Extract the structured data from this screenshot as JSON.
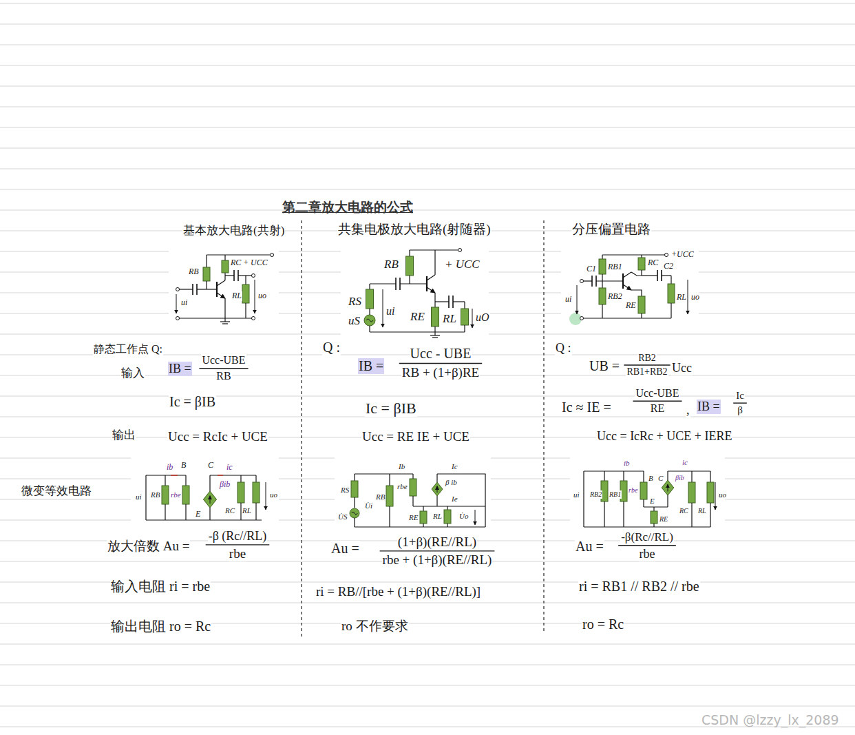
{
  "diagram": {
    "title": "第二章放大电路的公式",
    "labels": [
      "基本放大电路(共射)",
      "共集电极放大电路(射随器)",
      "分压偏置电路",
      "RB",
      "RC",
      "+ UCC",
      "ui",
      "RL",
      "uo",
      "RB",
      "+ UCC",
      "RS",
      "uS",
      "ui",
      "RE",
      "RL",
      "uO",
      "+UCC",
      "RB1",
      "RC",
      "C1",
      "C2",
      "ui",
      "RB2",
      "RE",
      "RL",
      "uo",
      "静态工作点 Q:",
      "输入",
      "IB =",
      "Ucc-UBE",
      "RB",
      "Ic = βIB",
      "输出",
      "Ucc = RcIc + UCE",
      "Q :",
      "IB =",
      "Ucc - UBE",
      "RB + (1+β)RE",
      "Ic = βIB",
      "Ucc = RE IE + UCE",
      "Q :",
      "UB =",
      "RB2",
      "RB1+RB2",
      "Ucc",
      "Ic ≈ IE =",
      "Ucc-UBE",
      "RE",
      ",",
      "IB =",
      "Ic",
      "β",
      "Ucc = IcRc + UCE + IERE",
      "微变等效电路",
      "ib",
      "B",
      "C",
      "ic",
      "ui",
      "RB",
      "rbe",
      "βib",
      "E",
      "RC",
      "RL",
      "uo",
      "Ib",
      "Ic",
      "β ib",
      "RS",
      "rbe",
      "RB",
      "U̇i",
      "U̇S",
      "Ie",
      "RE",
      "RL",
      "U̇o",
      "ib",
      "B",
      "C",
      "ic",
      "βib",
      "ui",
      "RB2",
      "RB1",
      "rbe",
      "E",
      "RE",
      "RC",
      "RL",
      "uo",
      "放大倍数 Au =",
      "-β (Rc//RL)",
      "rbe",
      "Au =",
      "(1+β)(RE//RL)",
      "rbe + (1+β)(RE//RL)",
      "Au =",
      "-β(Rc//RL)",
      "rbe",
      "输入电阻 ri = rbe",
      "ri = RB//[rbe + (1+β)(RE//RL)]",
      "ri = RB1 // RB2 // rbe",
      "输出电阻 ro = Rc",
      "ro 不作要求",
      "ro = Rc",
      "CSDN @lzzy_lx_2089"
    ]
  }
}
